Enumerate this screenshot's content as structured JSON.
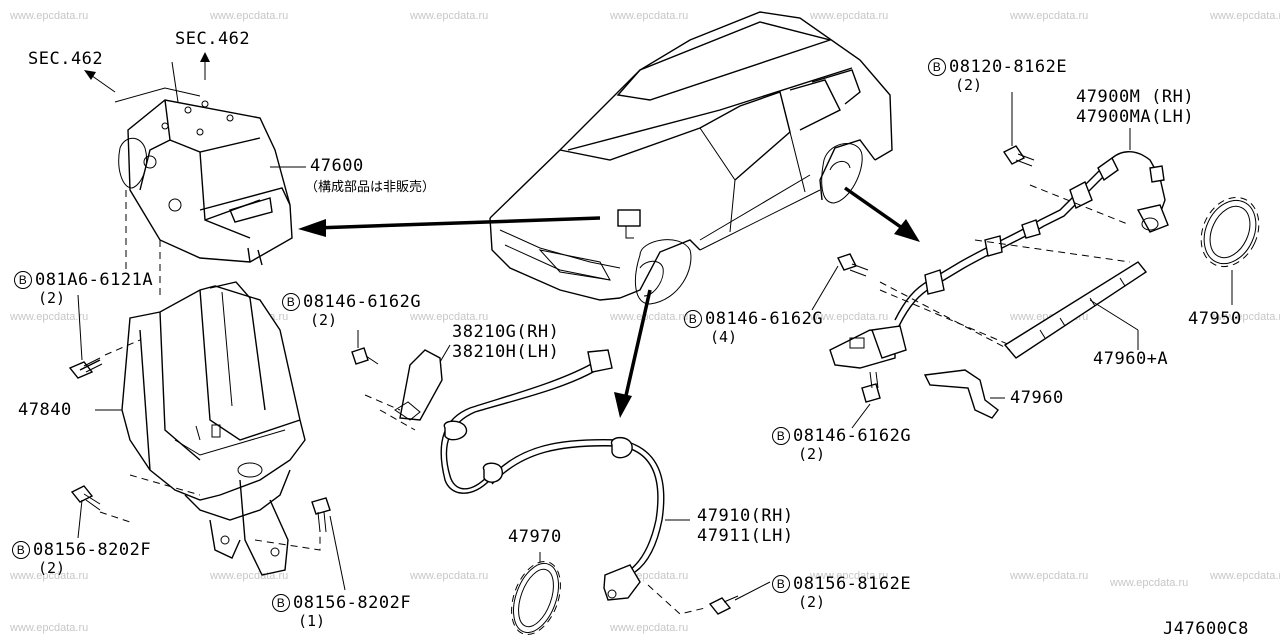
{
  "watermarks": [
    "www.epcdata.ru",
    "www.epcdata.ru",
    "www.epcdata.ru",
    "www.epcdata.ru",
    "www.epcdata.ru",
    "www.epcdata.ru",
    "www.epcdata.ru",
    "www.epcdata.ru",
    "www.epcdata.ru",
    "www.epcdata.ru",
    "www.epcdata.ru",
    "www.epcdata.ru",
    "www.epcdata.ru",
    "www.epcdata.ru",
    "www.epcdata.ru",
    "www.epcdata.ru",
    "www.epcdata.ru",
    "www.epcdata.ru",
    "www.epcdata.ru",
    "www.epcdata.ru",
    "www.epcdata.ru",
    "www.epcdata.ru",
    "www.epcdata.ru",
    "www.epcdata.ru"
  ],
  "sections": {
    "sec_left": "SEC.462",
    "sec_top": "SEC.462"
  },
  "parts": {
    "p47600": "47600",
    "p47600_note": "（構成部品は非販売）",
    "p081a6": "081A6-6121A",
    "p081a6_qty": "(2)",
    "p47840": "47840",
    "p08156_8202f_a": "08156-8202F",
    "p08156_8202f_a_qty": "(2)",
    "p08156_8202f_b": "08156-8202F",
    "p08156_8202f_b_qty": "(1)",
    "p08146_a": "08146-6162G",
    "p08146_a_qty": "(2)",
    "p38210g": "38210G(RH)",
    "p38210h": "38210H(LH)",
    "p47970": "47970",
    "p47910": "47910(RH)",
    "p47911": "47911(LH)",
    "p08156_8162e": "08156-8162E",
    "p08156_8162e_qty": "(2)",
    "p08120": "08120-8162E",
    "p08120_qty": "(2)",
    "p47900m": "47900M (RH)",
    "p47900ma": "47900MA(LH)",
    "p47950": "47950",
    "p08146_b": "08146-6162G",
    "p08146_b_qty": "(4)",
    "p47960a": "47960+A",
    "p47960": "47960",
    "p08146_c": "08146-6162G",
    "p08146_c_qty": "(2)"
  },
  "bolt_marker": "B",
  "diagram_code": "J47600C8"
}
